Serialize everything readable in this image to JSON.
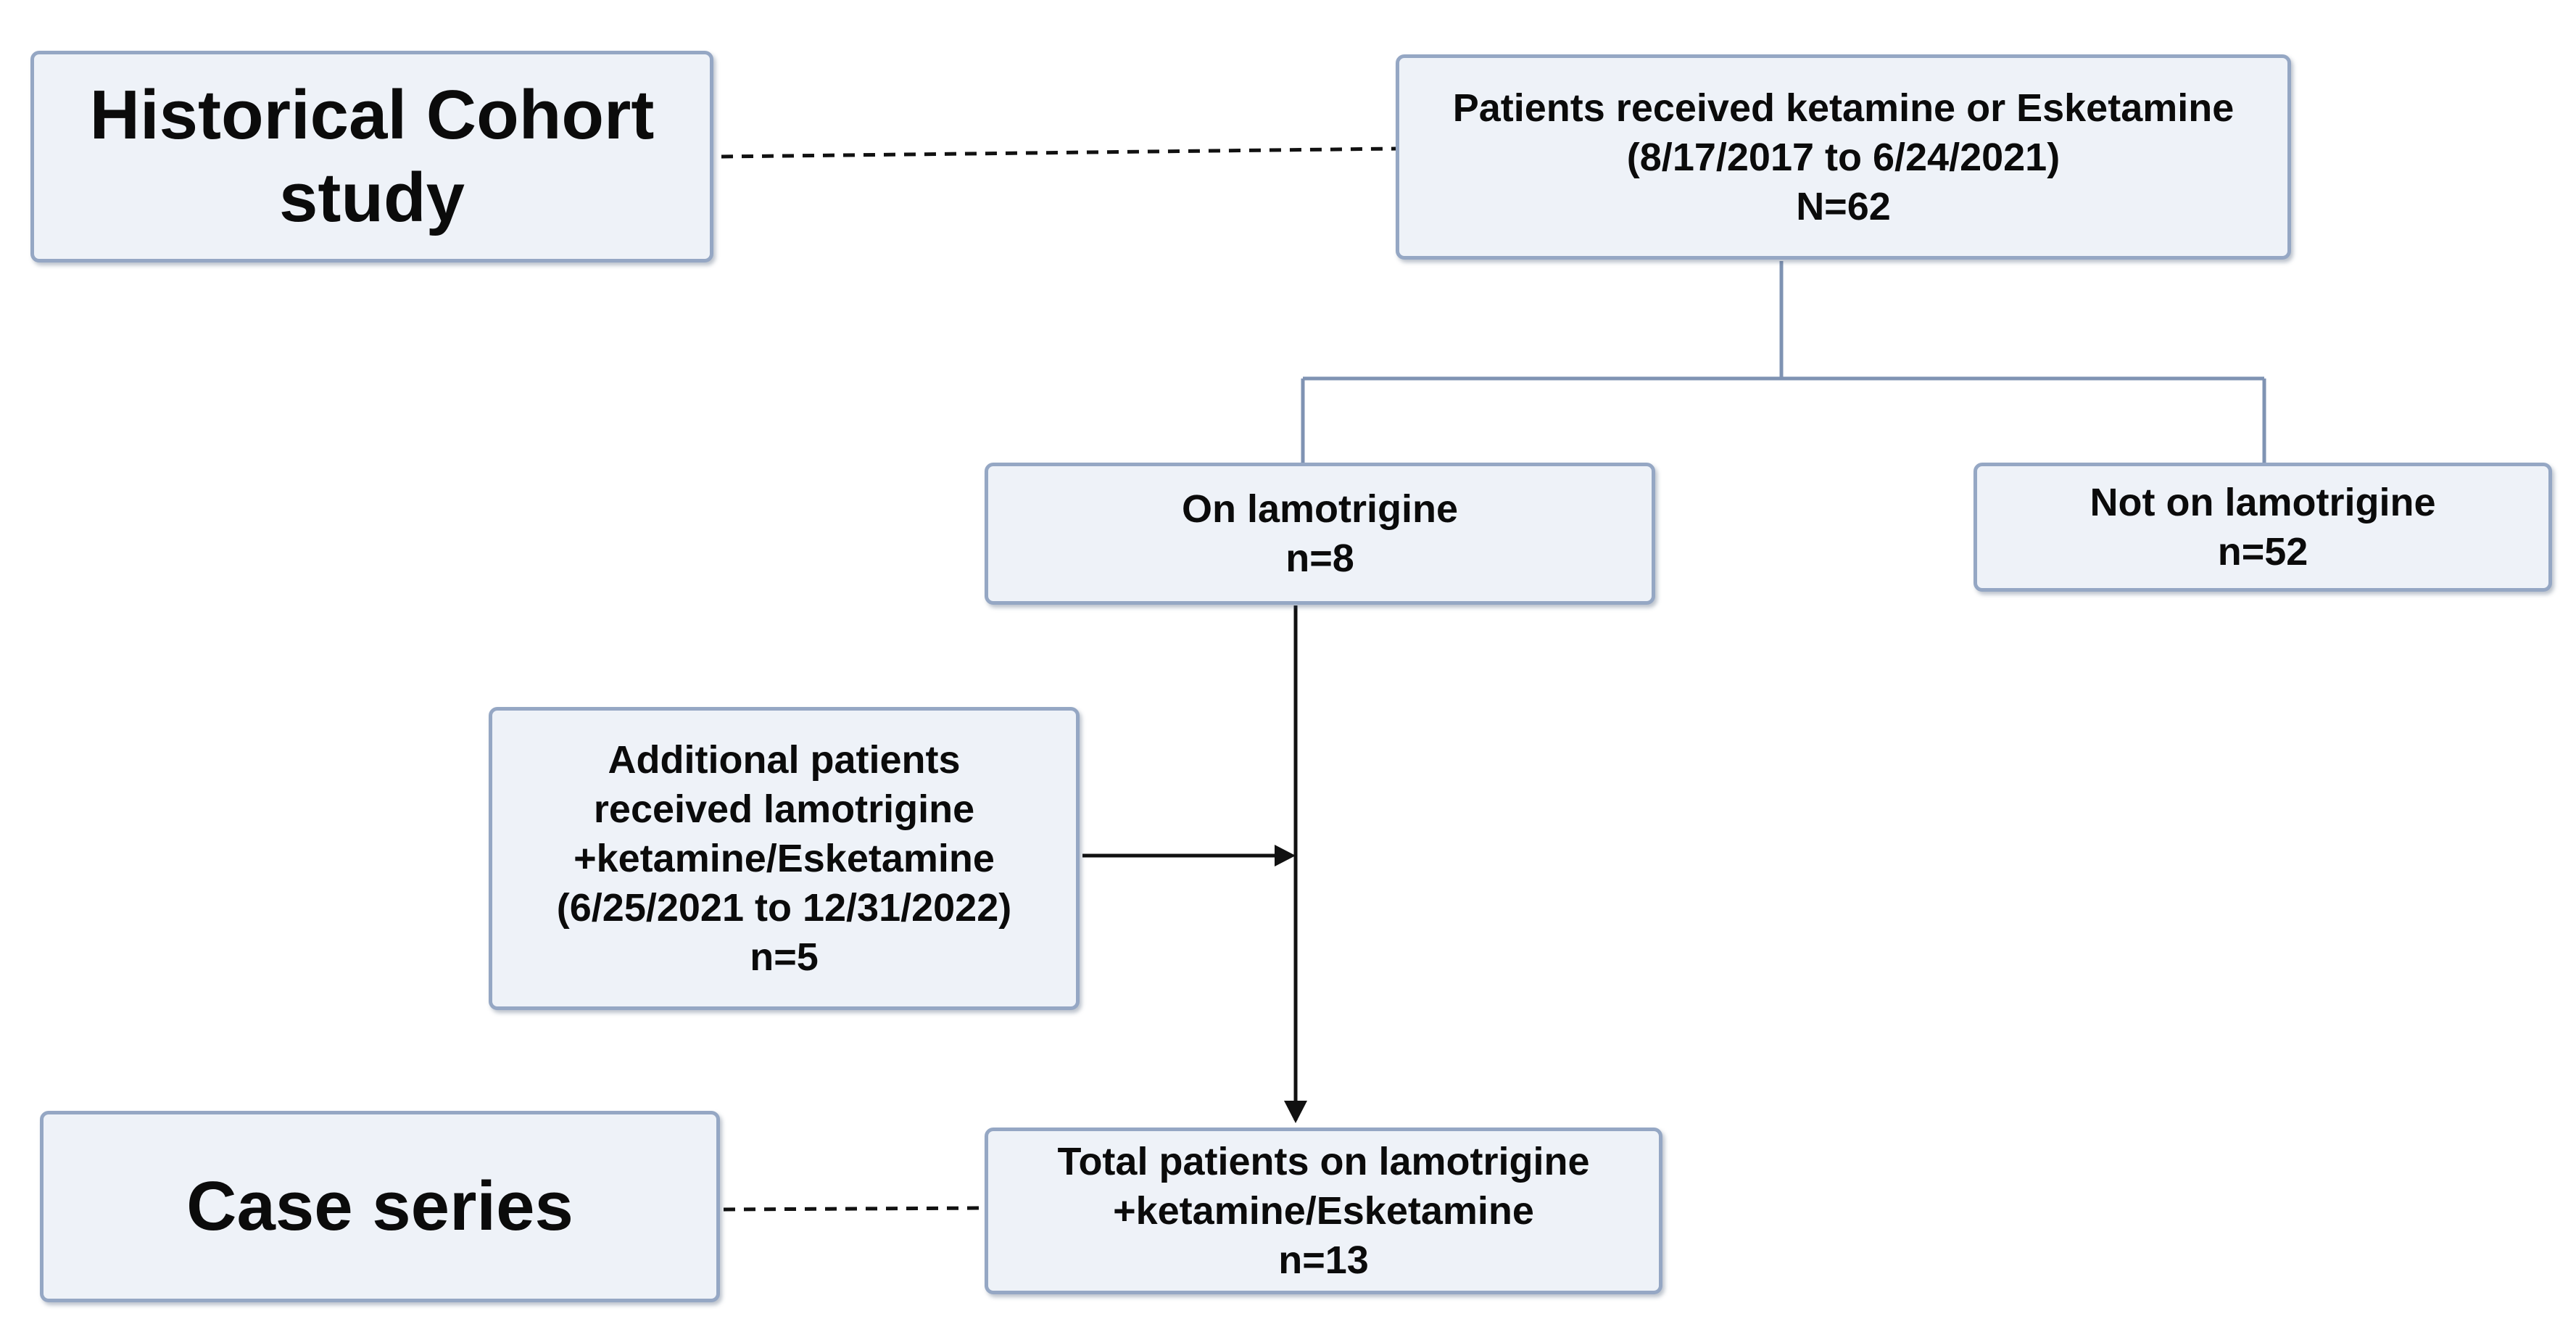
{
  "labels": {
    "historical_cohort": [
      "Historical Cohort",
      "study"
    ],
    "case_series": [
      "Case series"
    ]
  },
  "boxes": {
    "all_patients": [
      "Patients received ketamine or Esketamine",
      "(8/17/2017 to 6/24/2021)",
      "N=62"
    ],
    "on_lamotrigine": [
      "On lamotrigine",
      "n=8"
    ],
    "not_on_lamotrigine": [
      "Not on lamotrigine",
      "n=52"
    ],
    "additional_patients": [
      "Additional patients",
      "received lamotrigine",
      "+ketamine/Esketamine",
      "(6/25/2021 to 12/31/2022)",
      "n=5"
    ],
    "total_patients": [
      "Total patients on lamotrigine",
      "+ketamine/Esketamine",
      "n=13"
    ]
  },
  "colors": {
    "box_fill": "#eef2f8",
    "box_border": "#95a7c4",
    "tree_line": "#7f93b3",
    "arrow": "#111111"
  }
}
